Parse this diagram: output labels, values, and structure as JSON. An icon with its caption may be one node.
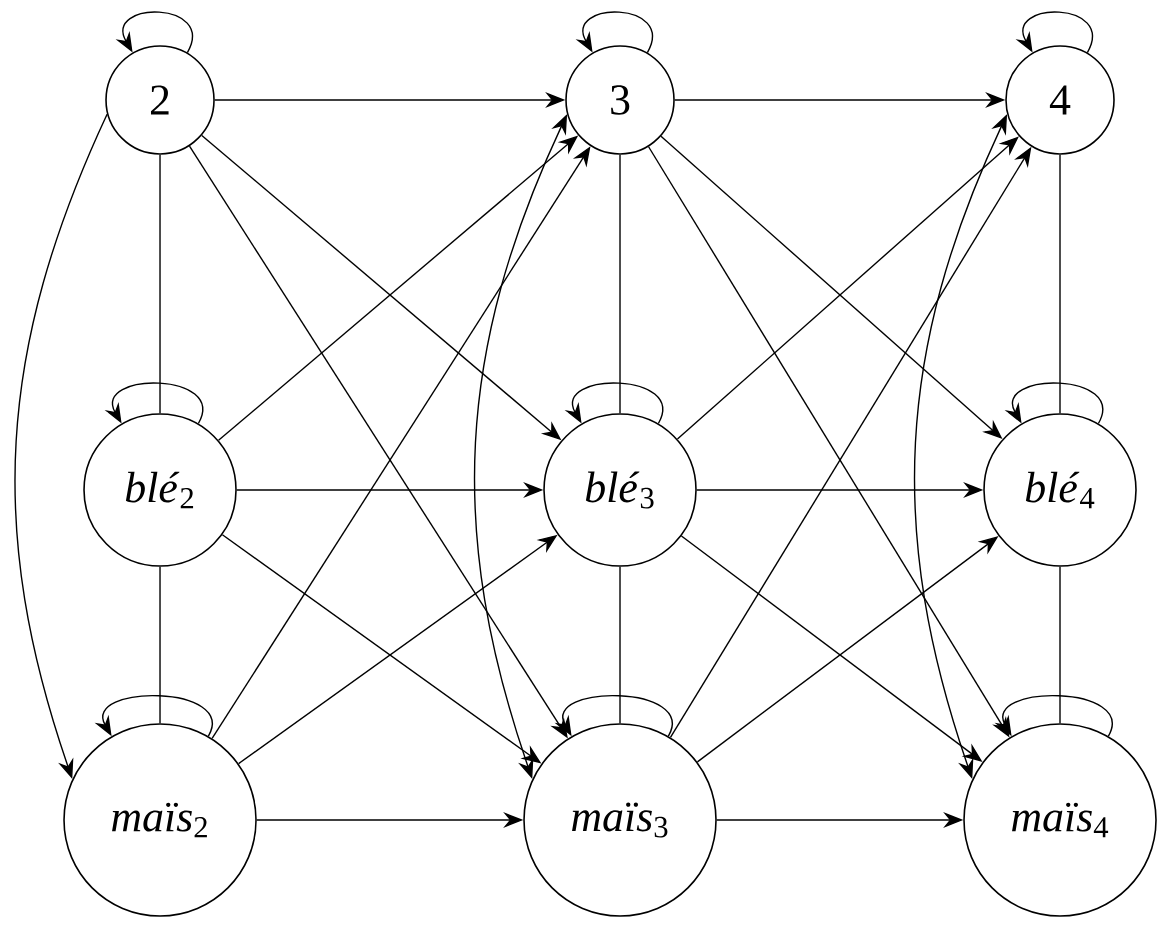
{
  "diagram": {
    "nodes": [
      {
        "text": [
          "2"
        ]
      },
      {
        "text": [
          "3"
        ]
      },
      {
        "text": [
          "4"
        ]
      },
      {
        "text": [
          "*blé*$_{2}$"
        ]
      },
      {
        "text": [
          "*blé*$_{3}$"
        ]
      },
      {
        "text": [
          "*blé*$_{4}$"
        ]
      },
      {
        "text": [
          "*maïs*$_{2}$"
        ]
      },
      {
        "text": [
          "*maïs*$_{3}$"
        ]
      },
      {
        "text": [
          "*maïs*$_{4}$"
        ]
      }
    ],
    "edges": [
      {
        "from": 0,
        "to": 0,
        "arrow": "to"
      },
      {
        "from": 1,
        "to": 1,
        "arrow": "to"
      },
      {
        "from": 2,
        "to": 2,
        "arrow": "to"
      },
      {
        "from": 3,
        "to": 3,
        "arrow": "to"
      },
      {
        "from": 4,
        "to": 4,
        "arrow": "to"
      },
      {
        "from": 5,
        "to": 5,
        "arrow": "to"
      },
      {
        "from": 6,
        "to": 6,
        "arrow": "to"
      },
      {
        "from": 7,
        "to": 7,
        "arrow": "to"
      },
      {
        "from": 8,
        "to": 8,
        "arrow": "to"
      },
      {
        "from": 0,
        "to": 3,
        "arrow": "none"
      },
      {
        "from": 3,
        "to": 6,
        "arrow": "none"
      },
      {
        "from": 1,
        "to": 4,
        "arrow": "none"
      },
      {
        "from": 4,
        "to": 7,
        "arrow": "none"
      },
      {
        "from": 2,
        "to": 5,
        "arrow": "none"
      },
      {
        "from": 5,
        "to": 8,
        "arrow": "none"
      },
      {
        "from": 0,
        "to": 6,
        "arrow": "to"
      },
      {
        "from": 1,
        "to": 7,
        "arrow": "both"
      },
      {
        "from": 2,
        "to": 8,
        "arrow": "both"
      },
      {
        "from": 0,
        "to": 1,
        "arrow": "to"
      },
      {
        "from": 0,
        "to": 4,
        "arrow": "to"
      },
      {
        "from": 0,
        "to": 7,
        "arrow": "to"
      },
      {
        "from": 3,
        "to": 1,
        "arrow": "to"
      },
      {
        "from": 3,
        "to": 4,
        "arrow": "to"
      },
      {
        "from": 3,
        "to": 7,
        "arrow": "to"
      },
      {
        "from": 6,
        "to": 1,
        "arrow": "to"
      },
      {
        "from": 6,
        "to": 4,
        "arrow": "to"
      },
      {
        "from": 6,
        "to": 7,
        "arrow": "to"
      },
      {
        "from": 1,
        "to": 2,
        "arrow": "to"
      },
      {
        "from": 1,
        "to": 5,
        "arrow": "to"
      },
      {
        "from": 1,
        "to": 8,
        "arrow": "to"
      },
      {
        "from": 4,
        "to": 2,
        "arrow": "to"
      },
      {
        "from": 4,
        "to": 5,
        "arrow": "to"
      },
      {
        "from": 4,
        "to": 8,
        "arrow": "to"
      },
      {
        "from": 7,
        "to": 2,
        "arrow": "to"
      },
      {
        "from": 7,
        "to": 5,
        "arrow": "to"
      },
      {
        "from": 7,
        "to": 8,
        "arrow": "to"
      }
    ]
  }
}
